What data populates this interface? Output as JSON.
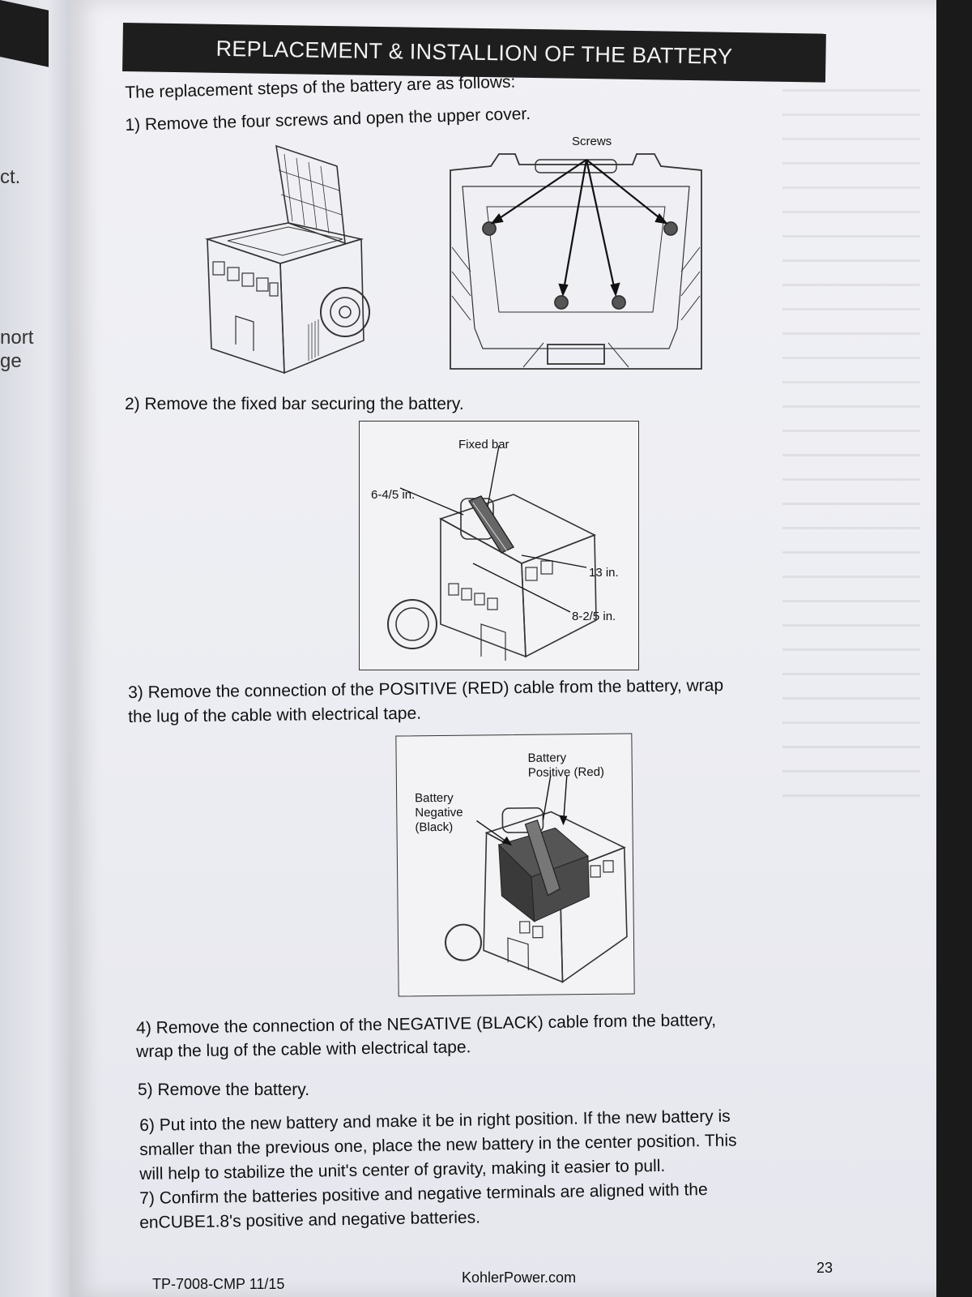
{
  "left_page": {
    "fragments": [
      "ct.",
      "nort",
      "ge"
    ]
  },
  "header": {
    "title": "REPLACEMENT & INSTALLION OF THE BATTERY"
  },
  "intro": "The replacement steps of the battery are as follows:",
  "steps": {
    "s1": "1) Remove the four screws and open the upper cover.",
    "s2": "2) Remove the fixed bar securing the battery.",
    "s3_line1": "3) Remove the connection of the POSITIVE (RED) cable from the battery, wrap",
    "s3_line2": "the lug of the cable with electrical tape.",
    "s4_line1": "4) Remove the connection of the NEGATIVE (BLACK) cable from the battery,",
    "s4_line2": "wrap the lug of the cable with electrical tape.",
    "s5": "5) Remove the battery.",
    "s6_line1": "6) Put into the new battery and make it be in right position. If the new battery is",
    "s6_line2": "smaller than the previous one, place the new battery in the center position. This",
    "s6_line3": "will help to stabilize the unit's center of gravity, making it easier to pull.",
    "s7_line1": "7) Confirm the batteries positive and negative terminals are aligned with the",
    "s7_line2": "enCUBE1.8's positive and negative batteries."
  },
  "figure1": {
    "screws_label": "Screws"
  },
  "figure2": {
    "fixed_bar": "Fixed bar",
    "dim_a": "6-4/5 in.",
    "dim_b": "13 in.",
    "dim_c": "8-2/5 in."
  },
  "figure3": {
    "positive_line1": "Battery",
    "positive_line2": "Positive (Red)",
    "negative_line1": "Battery",
    "negative_line2": "Negative",
    "negative_line3": "(Black)"
  },
  "footer": {
    "doc_code": "TP-7008-CMP 11/15",
    "website": "KohlerPower.com",
    "page_number": "23"
  }
}
